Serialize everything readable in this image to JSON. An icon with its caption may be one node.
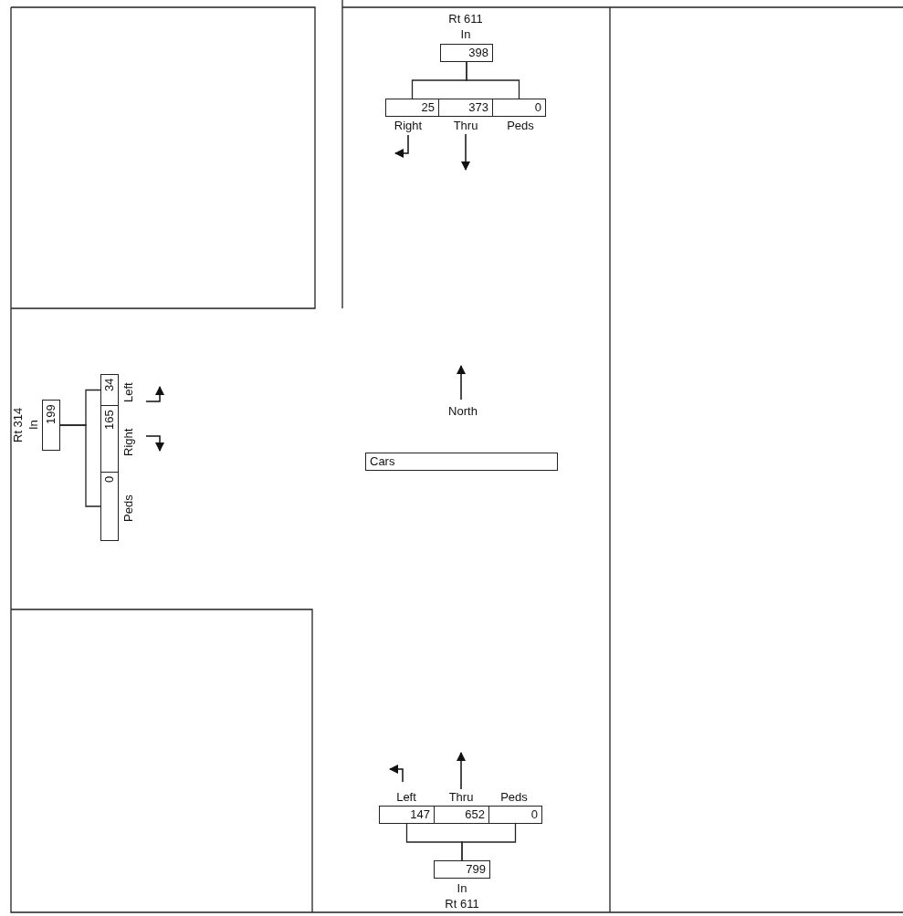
{
  "diagram": {
    "nodes": [
      {
        "text": [
          "398"
        ],
        "beside": [
          "Rt 611",
          "In"
        ]
      },
      {
        "text": [
          "25"
        ],
        "beside": [
          "Right"
        ]
      },
      {
        "text": [
          "373"
        ],
        "beside": [
          "Thru"
        ]
      },
      {
        "text": [
          "0"
        ],
        "beside": [
          "Peds"
        ]
      },
      {
        "text": [
          "199"
        ],
        "beside": [
          "Rt 314",
          "In"
        ]
      },
      {
        "text": [
          "34"
        ],
        "beside": [
          "Left"
        ]
      },
      {
        "text": [
          "165"
        ],
        "beside": [
          "Right"
        ]
      },
      {
        "text": [
          "0"
        ],
        "beside": [
          "Peds"
        ]
      },
      {
        "text": [
          "Cars"
        ]
      },
      {
        "text": [
          "147"
        ],
        "beside": [
          "Left"
        ]
      },
      {
        "text": [
          "652"
        ],
        "beside": [
          "Thru"
        ]
      },
      {
        "text": [
          "0"
        ],
        "beside": [
          "Peds"
        ]
      },
      {
        "text": [
          "799"
        ],
        "beside": [
          "In",
          "Rt 611"
        ]
      }
    ],
    "edges": [
      {
        "from": 0,
        "to": 1,
        "arrow": "none"
      },
      {
        "from": 0,
        "to": 3,
        "arrow": "none"
      },
      {
        "from": 4,
        "to": 5,
        "arrow": "none"
      },
      {
        "from": 4,
        "to": 7,
        "arrow": "none"
      },
      {
        "from": 12,
        "to": 9,
        "arrow": "none"
      },
      {
        "from": 12,
        "to": 11,
        "arrow": "none"
      }
    ],
    "labels": [
      "North"
    ]
  }
}
